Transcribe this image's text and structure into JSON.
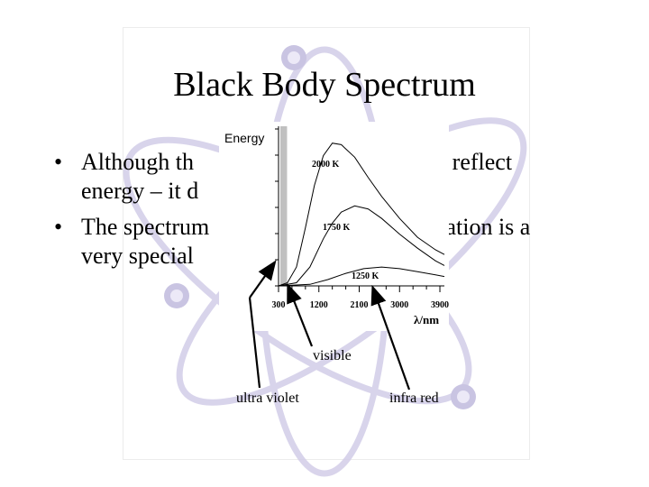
{
  "slide": {
    "title": "Black Body Spectrum",
    "bullets": [
      {
        "lines": [
          "Although th",
          "ot reflect",
          "energy – it d"
        ]
      },
      {
        "lines": [
          "The spectrum",
          "diation is a",
          "very special"
        ]
      }
    ]
  },
  "chart_data": {
    "type": "line",
    "title": "",
    "ylabel": "Energy",
    "xlabel": "λ/nm",
    "x_ticks": [
      300,
      1200,
      2100,
      3000,
      3900
    ],
    "xlim": [
      300,
      4000
    ],
    "ylim": [
      0,
      1
    ],
    "visible_band": [
      300,
      450
    ],
    "series": [
      {
        "name": "2000 K",
        "x": [
          300,
          500,
          700,
          900,
          1100,
          1300,
          1500,
          1700,
          2000,
          2300,
          2600,
          3000,
          3400,
          3800,
          4000
        ],
        "y": [
          0,
          0.02,
          0.12,
          0.37,
          0.64,
          0.83,
          0.91,
          0.9,
          0.82,
          0.69,
          0.57,
          0.43,
          0.31,
          0.23,
          0.2
        ]
      },
      {
        "name": "1750 K",
        "x": [
          300,
          700,
          1000,
          1300,
          1500,
          1700,
          2000,
          2300,
          2600,
          3000,
          3400,
          3800,
          4000
        ],
        "y": [
          0,
          0.02,
          0.12,
          0.3,
          0.4,
          0.47,
          0.51,
          0.49,
          0.43,
          0.33,
          0.24,
          0.16,
          0.13
        ]
      },
      {
        "name": "1250 K",
        "x": [
          300,
          1000,
          1400,
          1800,
          2200,
          2600,
          3000,
          3400,
          3800,
          4000
        ],
        "y": [
          0,
          0.01,
          0.04,
          0.08,
          0.11,
          0.12,
          0.11,
          0.09,
          0.07,
          0.06
        ]
      }
    ]
  },
  "annotations": {
    "visible": "visible",
    "ultra_violet": "ultra violet",
    "infra_red": "infra red"
  },
  "colors": {
    "decoration": "#c9c4e2",
    "highlight": "#9f94cf",
    "visible_band": "#c0c0c0",
    "text": "#000000"
  }
}
